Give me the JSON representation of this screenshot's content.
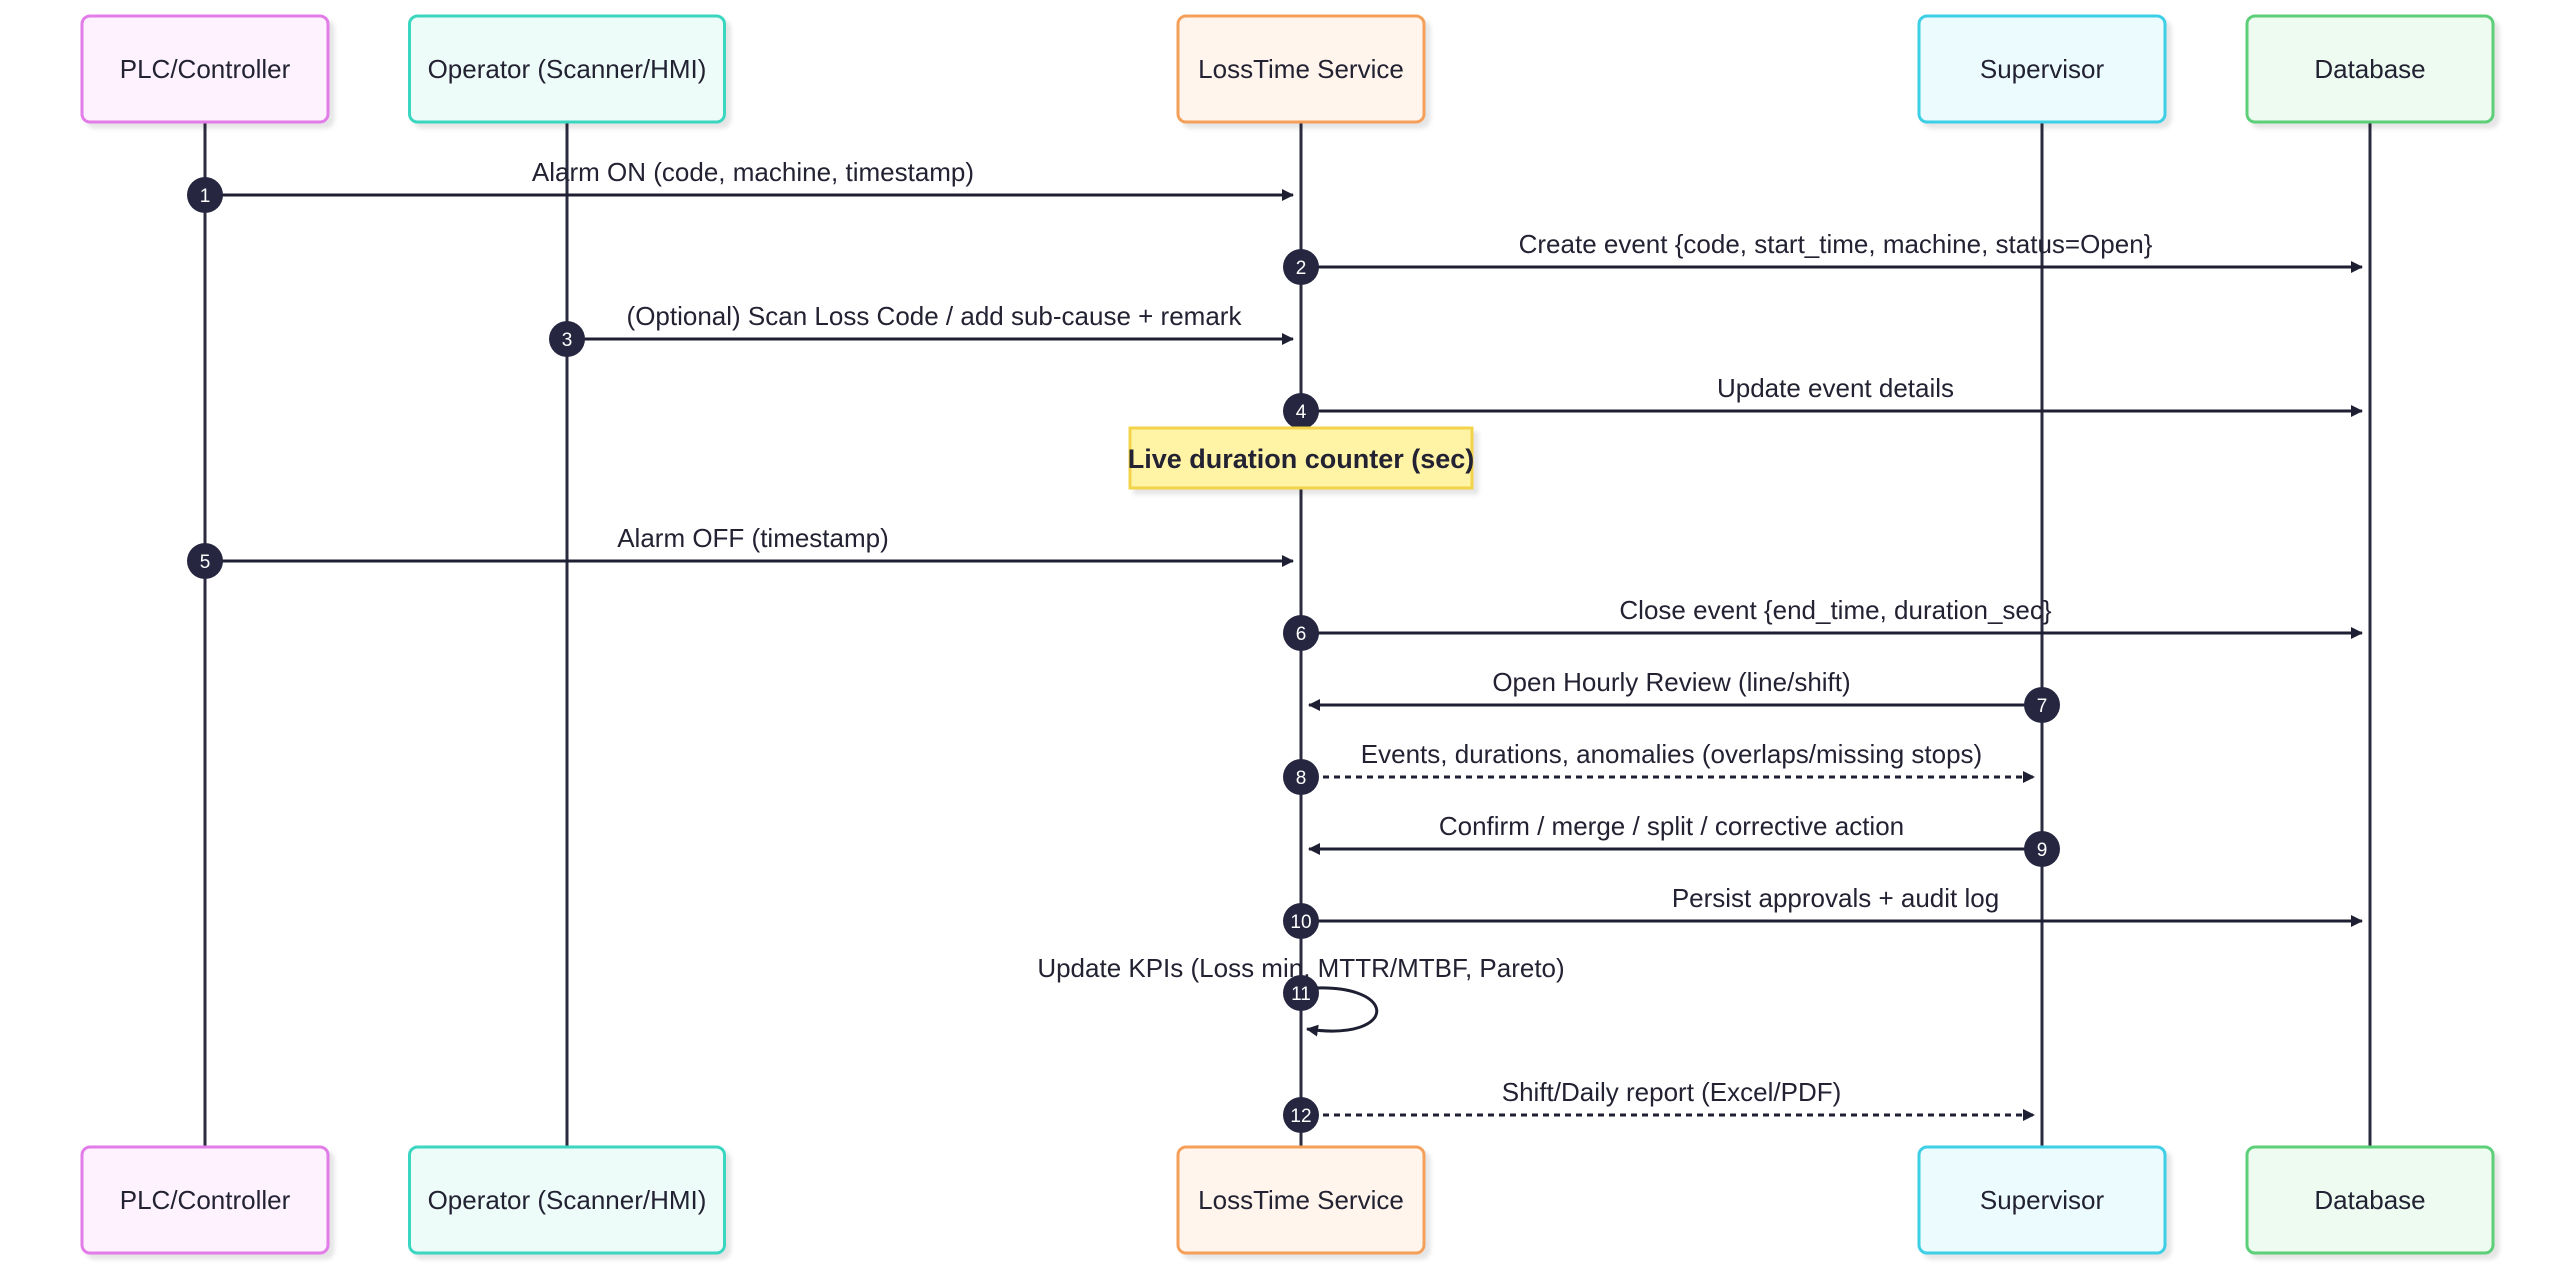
{
  "participants": [
    {
      "id": "plc",
      "label": "PLC/Controller",
      "border": "#e27be8",
      "fill": "#fdf2fd"
    },
    {
      "id": "operator",
      "label": "Operator (Scanner/HMI)",
      "border": "#3bd6bf",
      "fill": "#eefcf9"
    },
    {
      "id": "losstime",
      "label": "LossTime Service",
      "border": "#f5a05a",
      "fill": "#fff5ec"
    },
    {
      "id": "supervisor",
      "label": "Supervisor",
      "border": "#3ccfe6",
      "fill": "#ebfbfe"
    },
    {
      "id": "database",
      "label": "Database",
      "border": "#5ccf78",
      "fill": "#eefbf1"
    }
  ],
  "messages": [
    {
      "step": "1",
      "from": "plc",
      "to": "losstime",
      "label": "Alarm ON (code, machine, timestamp)",
      "style": "solid"
    },
    {
      "step": "2",
      "from": "losstime",
      "to": "database",
      "label": "Create event {code, start_time, machine, status=Open}",
      "style": "solid"
    },
    {
      "step": "3",
      "from": "operator",
      "to": "losstime",
      "label": "(Optional) Scan Loss Code / add sub-cause + remark",
      "style": "solid"
    },
    {
      "step": "4",
      "from": "losstime",
      "to": "database",
      "label": "Update event details",
      "style": "solid"
    },
    {
      "step": "5",
      "from": "plc",
      "to": "losstime",
      "label": "Alarm OFF (timestamp)",
      "style": "solid"
    },
    {
      "step": "6",
      "from": "losstime",
      "to": "database",
      "label": "Close event {end_time, duration_sec}",
      "style": "solid"
    },
    {
      "step": "7",
      "from": "supervisor",
      "to": "losstime",
      "label": "Open Hourly Review (line/shift)",
      "style": "solid"
    },
    {
      "step": "8",
      "from": "losstime",
      "to": "supervisor",
      "label": "Events, durations, anomalies (overlaps/missing stops)",
      "style": "dashed"
    },
    {
      "step": "9",
      "from": "supervisor",
      "to": "losstime",
      "label": "Confirm / merge / split / corrective action",
      "style": "solid"
    },
    {
      "step": "10",
      "from": "losstime",
      "to": "database",
      "label": "Persist approvals + audit log",
      "style": "solid"
    },
    {
      "step": "11",
      "from": "losstime",
      "to": "losstime",
      "label": "Update KPIs (Loss min, MTTR/MTBF, Pareto)",
      "style": "self"
    },
    {
      "step": "12",
      "from": "losstime",
      "to": "supervisor",
      "label": "Shift/Daily report (Excel/PDF)",
      "style": "dashed"
    }
  ],
  "note": {
    "over": "losstime",
    "label": "Live duration counter (sec)",
    "border": "#f2d34a",
    "fill": "#fff3a6"
  }
}
